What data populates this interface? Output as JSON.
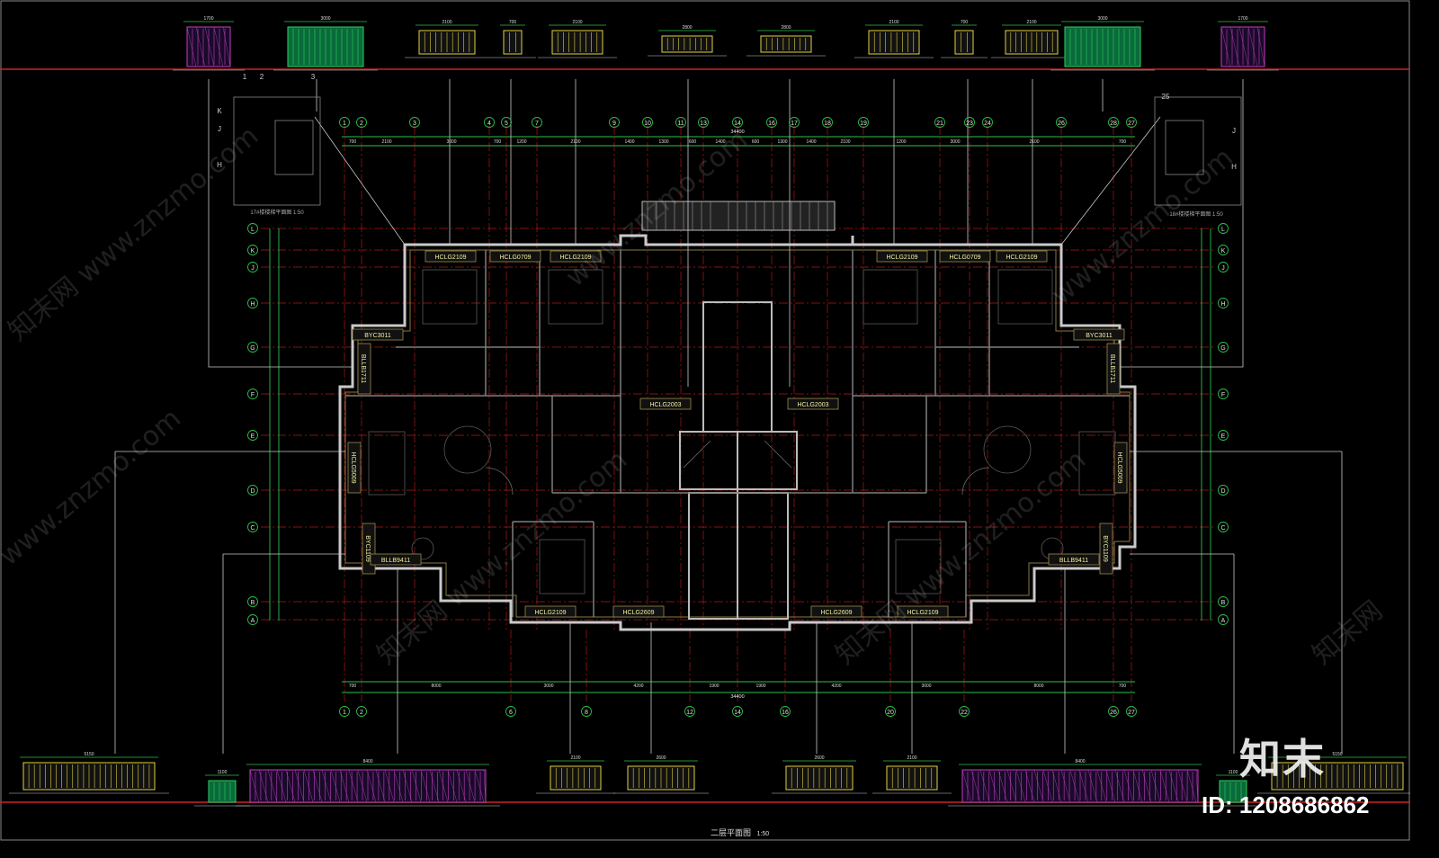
{
  "drawing": {
    "title": "二层平面图",
    "scale": "1:50"
  },
  "watermark": {
    "brand": "知末",
    "id_text": "ID: 1208686862",
    "url_text": "www.znzmo.com",
    "brand_cn": "知末网"
  },
  "axes_top": [
    "1",
    "2",
    "3",
    "4",
    "5",
    "7",
    "9",
    "10",
    "11",
    "13",
    "14",
    "16",
    "17",
    "18",
    "19",
    "21",
    "23",
    "24",
    "26",
    "28",
    "27"
  ],
  "axes_bottom": [
    "1",
    "2",
    "6",
    "8",
    "12",
    "14",
    "16",
    "20",
    "22",
    "26",
    "27"
  ],
  "axes_rows": [
    "L",
    "K",
    "J",
    "H",
    "G",
    "F",
    "E",
    "D",
    "C",
    "B",
    "A"
  ],
  "dimensions": {
    "overall_top": "34400",
    "overall_bottom": "34400",
    "top_segments": [
      "700",
      "2100",
      "3000",
      "700",
      "1200",
      "2100",
      "1400",
      "1300",
      "600",
      "1400",
      "600",
      "1300",
      "1400",
      "2100",
      "1200",
      "3000",
      "2100",
      "700"
    ],
    "bottom_segments": [
      "700",
      "8000",
      "3000",
      "4200",
      "1900",
      "1900",
      "4200",
      "3000",
      "8000",
      "700"
    ]
  },
  "window_tags": {
    "top_left": [
      "HCLG2109",
      "HCLG0709",
      "HCLG2109"
    ],
    "top_right": [
      "HCLG2109",
      "HCLG0709",
      "HCLG2109"
    ],
    "side_left": [
      "BYC3011",
      "BLLB1711",
      "HCLG5009",
      "BYC1109",
      "BLLB9411"
    ],
    "side_right": [
      "BYC3011",
      "BLLB1711",
      "HCLG5009",
      "BYC1109",
      "BLLB9411"
    ],
    "center": [
      "HCLG2003",
      "HCLG2003"
    ],
    "bottom": [
      "HCLG2109",
      "HCLG2609",
      "HCLG2609",
      "HCLG2109"
    ]
  },
  "detail_labels": {
    "left": "17#楼楼梯平面图 1:50",
    "right": "18#楼楼梯平面图 1:50",
    "left_axes": [
      "1",
      "2",
      "3"
    ],
    "left_rows": [
      "K",
      "J",
      "H"
    ],
    "right_axes": [
      "25"
    ],
    "right_rows": [
      "J",
      "H"
    ]
  },
  "elevation_top": [
    "1700",
    "3000",
    "2100",
    "700",
    "2100",
    "2800",
    "2800",
    "2100",
    "700",
    "2100",
    "3000",
    "1700"
  ],
  "elevation_bottom": [
    "5150",
    "1100",
    "8400",
    "2100",
    "2600",
    "2600",
    "2100",
    "8400",
    "1100",
    "5150"
  ]
}
